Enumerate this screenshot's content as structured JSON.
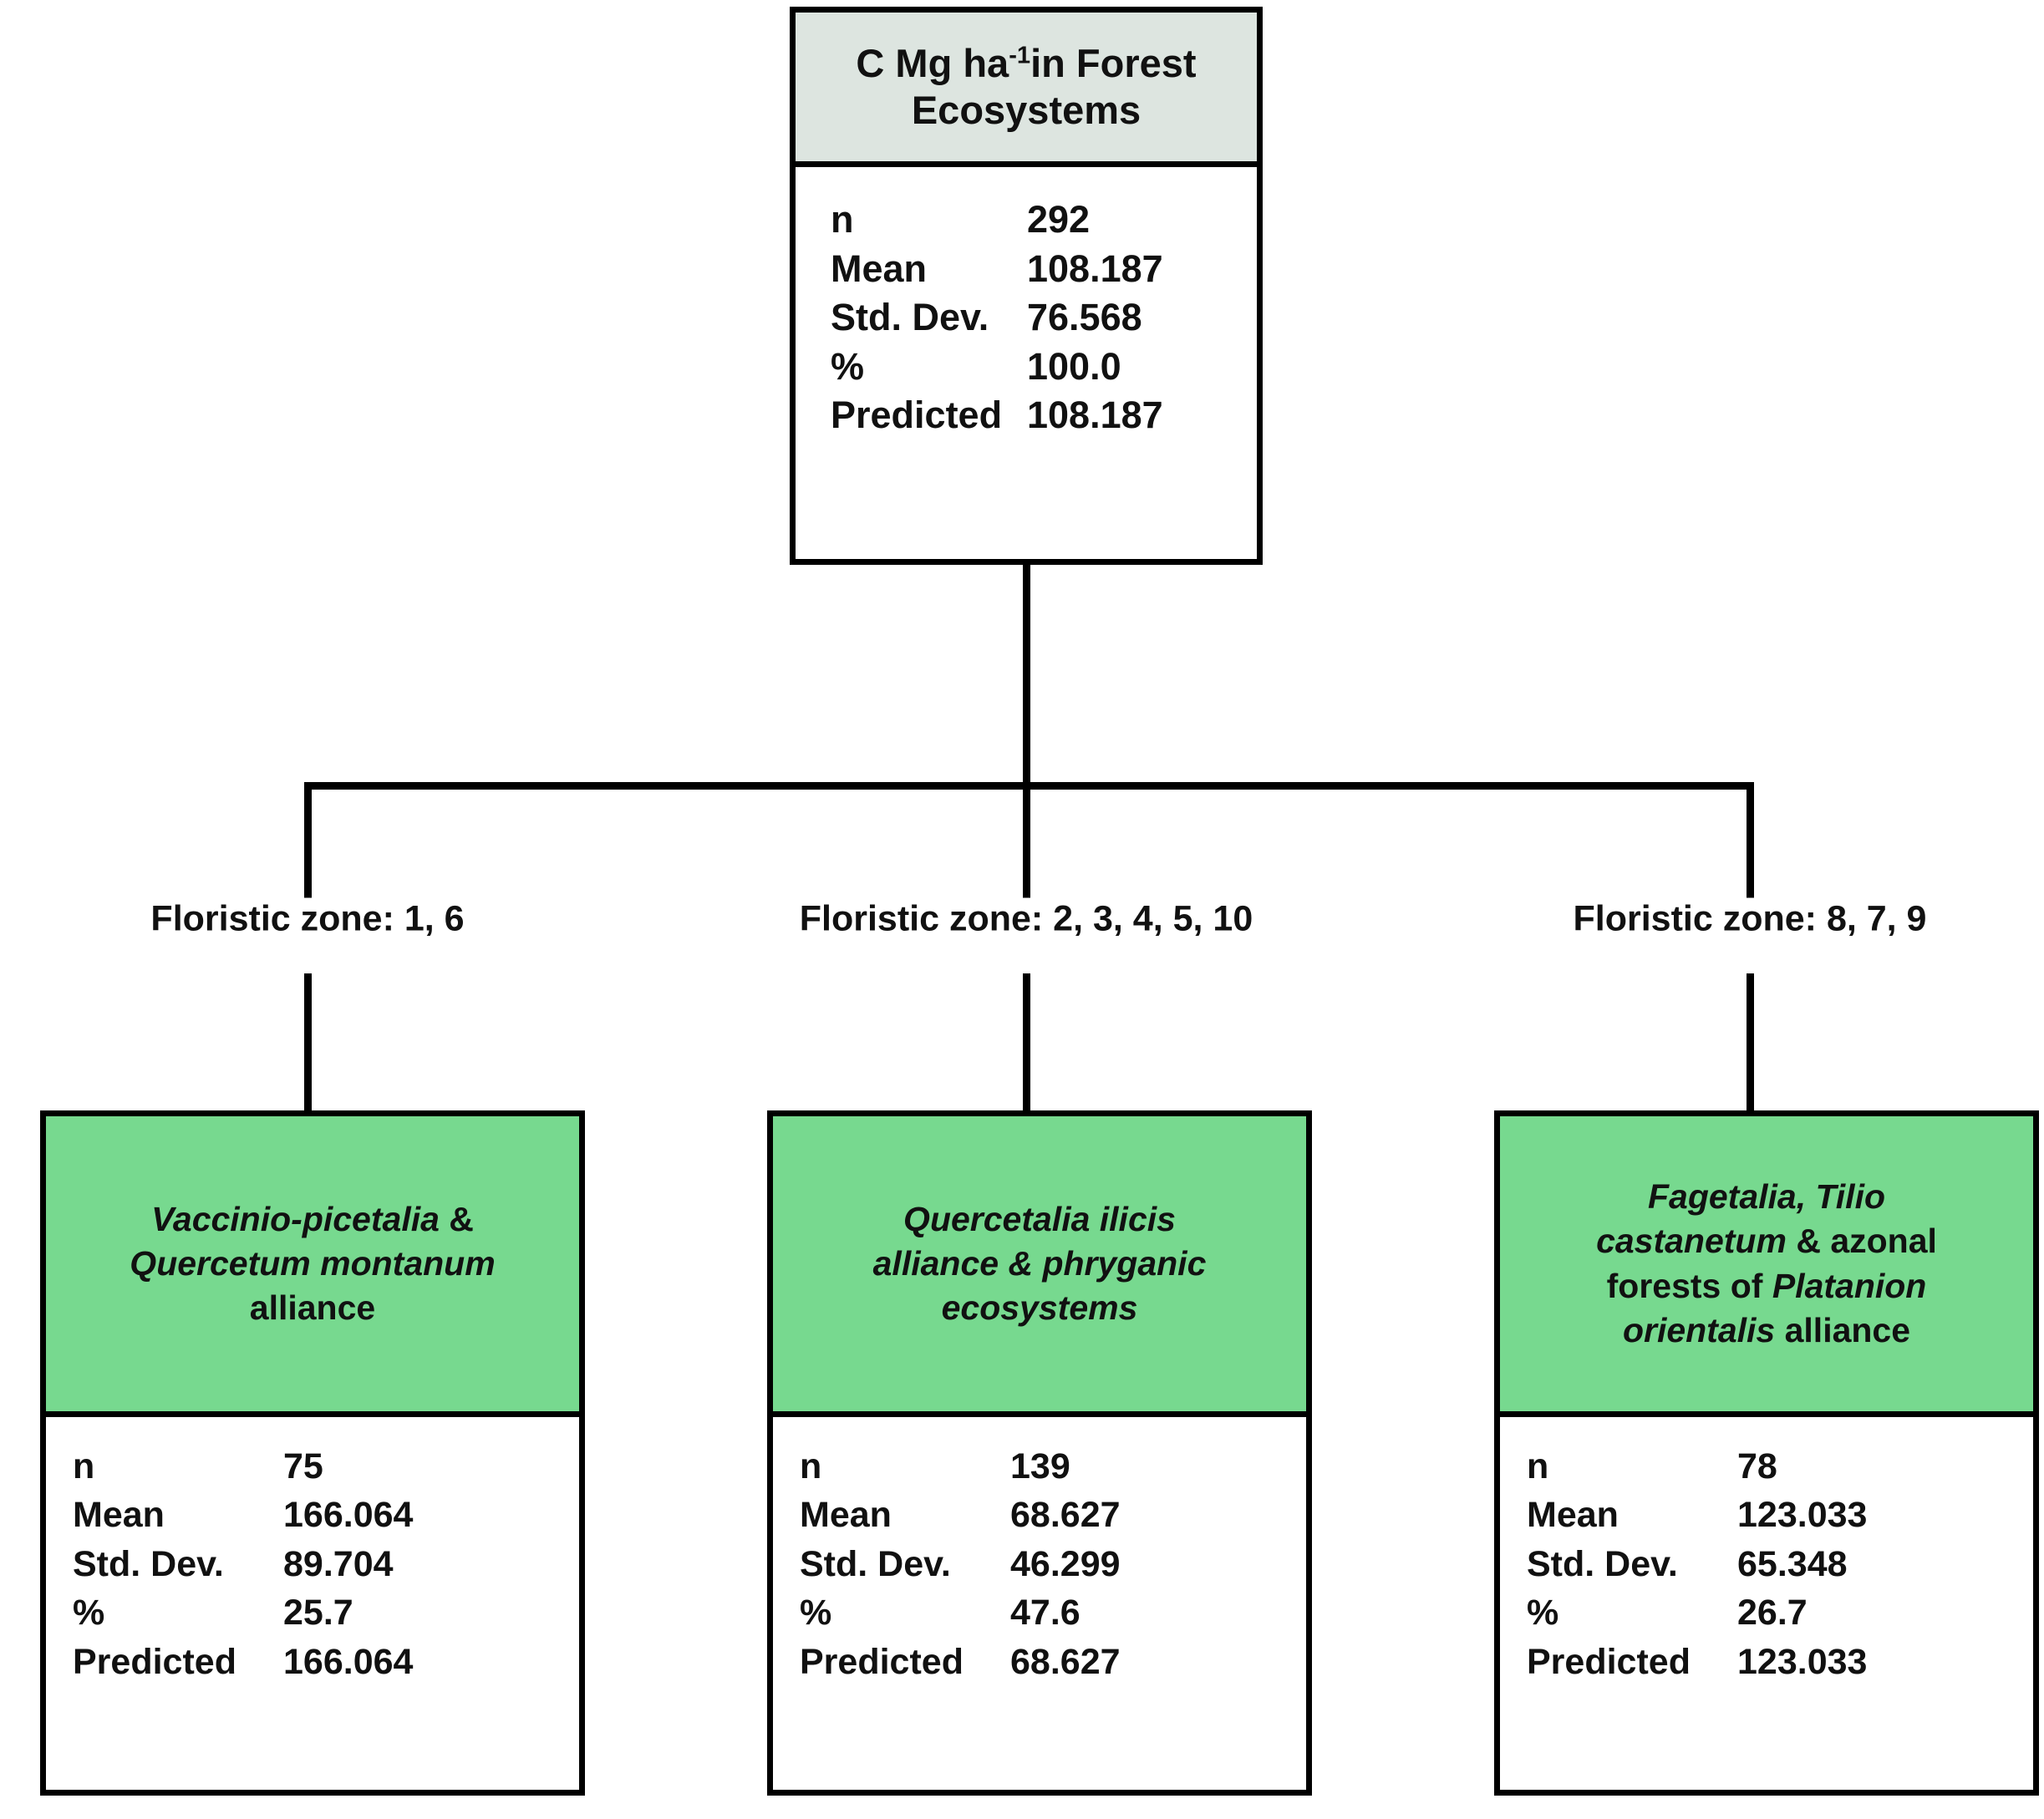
{
  "chart_data": {
    "type": "tree",
    "title": "C Mg ha-1 in Forest Ecosystems",
    "split_variable": "Floristic zone",
    "root": {
      "n": 292,
      "mean": 108.187,
      "std_dev": 76.568,
      "percent": 100.0,
      "predicted": 108.187
    },
    "nodes": [
      {
        "label": "Vaccinio-picetalia & Quercetum montanum alliance",
        "floristic_zones": [
          1,
          6
        ],
        "n": 75,
        "mean": 166.064,
        "std_dev": 89.704,
        "percent": 25.7,
        "predicted": 166.064
      },
      {
        "label": "Quercetalia ilicis alliance & phryganic ecosystems",
        "floristic_zones": [
          2,
          3,
          4,
          5,
          10
        ],
        "n": 139,
        "mean": 68.627,
        "std_dev": 46.299,
        "percent": 47.6,
        "predicted": 68.627
      },
      {
        "label": "Fagetalia, Tilio castanetum & azonal forests of Platanion orientalis alliance",
        "floristic_zones": [
          8,
          7,
          9
        ],
        "n": 78,
        "mean": 123.033,
        "std_dev": 65.348,
        "percent": 26.7,
        "predicted": 123.033
      }
    ]
  },
  "colors": {
    "root_header_bg": "#dde5e0",
    "leaf_header_bg": "#77d98f",
    "border": "#000000",
    "text": "#111111",
    "page_bg": "#ffffff"
  },
  "stat_labels": {
    "n": "n",
    "mean": "Mean",
    "std_dev": "Std. Dev.",
    "percent": "%",
    "predicted": "Predicted"
  },
  "root": {
    "title_line1_prefix": "C Mg ha",
    "title_line1_sup": "-1",
    "title_line1_suffix": "in Forest",
    "title_line2": "Ecosystems",
    "values": {
      "n": "292",
      "mean": "108.187",
      "std_dev": "76.568",
      "percent": "100.0",
      "predicted": "108.187"
    }
  },
  "branches": [
    {
      "label": "Floristic zone: 1, 6"
    },
    {
      "label": "Floristic zone: 2, 3, 4, 5, 10"
    },
    {
      "label": "Floristic zone: 8, 7, 9"
    }
  ],
  "leaves": [
    {
      "header": {
        "line1_italic": "Vaccinio-picetalia",
        "line1_plain": " &",
        "line2_italic": "Quercetum montanum",
        "line3_plain": "alliance"
      },
      "values": {
        "n": "75",
        "mean": "166.064",
        "std_dev": "89.704",
        "percent": "25.7",
        "predicted": "166.064"
      }
    },
    {
      "header": {
        "line1_italic": "Quercetalia ilicis",
        "line2_italic": "alliance & phryganic",
        "line3_italic": "ecosystems"
      },
      "values": {
        "n": "139",
        "mean": "68.627",
        "std_dev": "46.299",
        "percent": "47.6",
        "predicted": "68.627"
      }
    },
    {
      "header": {
        "line1_italic": "Fagetalia, Tilio",
        "line2_italic": "castanetum",
        "line2_plain": " & azonal",
        "line3_plain": "forests of ",
        "line3_italic": "Platanion",
        "line4_italic": "orientalis",
        "line4_plain": " alliance"
      },
      "values": {
        "n": "78",
        "mean": "123.033",
        "std_dev": "65.348",
        "percent": "26.7",
        "predicted": "123.033"
      }
    }
  ]
}
